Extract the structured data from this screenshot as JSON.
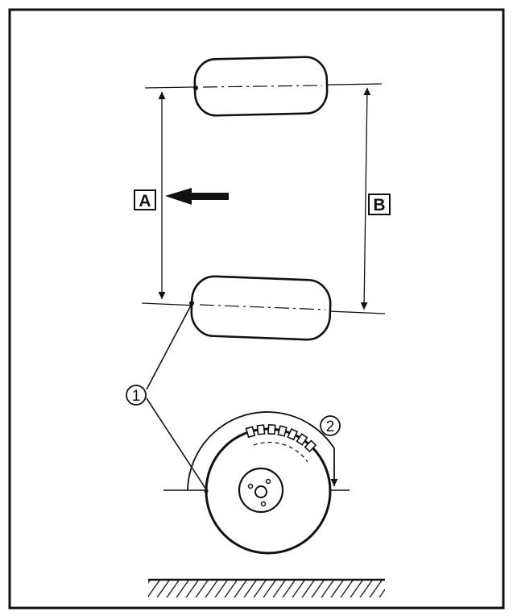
{
  "labels": {
    "dimension_a": "A",
    "dimension_b": "B",
    "callout_1": "1",
    "callout_2": "2"
  },
  "colors": {
    "ink": "#111111",
    "background": "#ffffff"
  },
  "icons": {
    "direction_arrow": "arrow-left-icon",
    "rotation_arrow": "curved-arrow-icon"
  }
}
